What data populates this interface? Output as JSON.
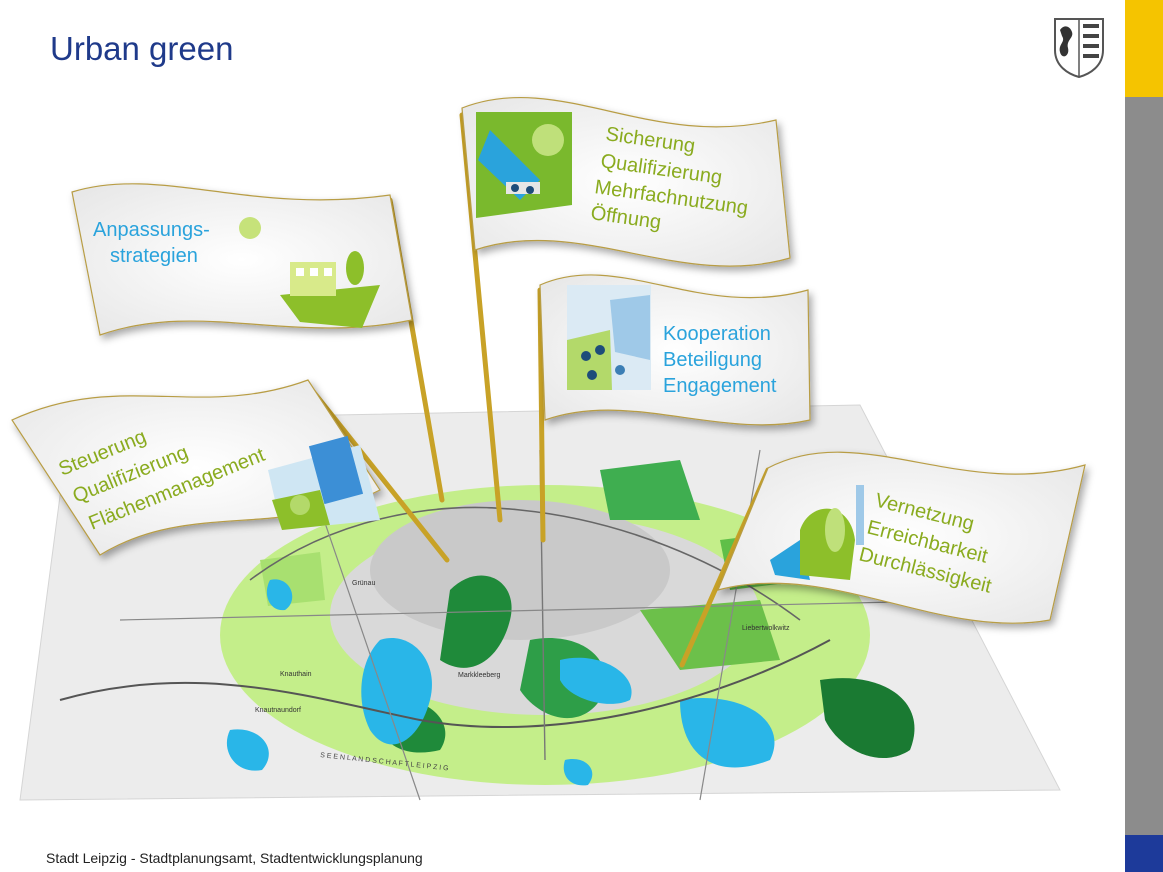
{
  "title": "Urban green",
  "footer": "Stadt Leipzig - Stadtplanungsamt, Stadtentwicklungsplanung",
  "colors": {
    "title": "#1f3a8a",
    "green_text": "#8aab1f",
    "blue_text": "#2aa3dc",
    "yellow_bar": "#f5c400",
    "grey_bar": "#8c8c8c",
    "blue_bar": "#1d3a9a"
  },
  "map_labels": {
    "markkleeberg": "Markkleeberg",
    "knauthain": "Knauthain",
    "grunau": "Grünau",
    "knautnaundorf": "Knautnaundorf",
    "liebertwolkwitz": "Liebertwolkwitz",
    "landscape": "S E E N L A N D S C H A F T   L E I P Z I G"
  },
  "flags": {
    "anpassung": {
      "lines": [
        "Anpassungs-",
        "strategien"
      ]
    },
    "sicherung": {
      "lines": [
        "Sicherung",
        "Qualifizierung",
        "Mehrfachnutzung",
        "Öffnung"
      ]
    },
    "kooperation": {
      "lines": [
        "Kooperation",
        "Beteiligung",
        "Engagement"
      ]
    },
    "steuerung": {
      "lines": [
        "Steuerung",
        "Qualifizierung",
        "Flächenmanagement"
      ]
    },
    "vernetzung": {
      "lines": [
        "Vernetzung",
        "Erreichbarkeit",
        "Durchlässigkeit"
      ]
    }
  }
}
